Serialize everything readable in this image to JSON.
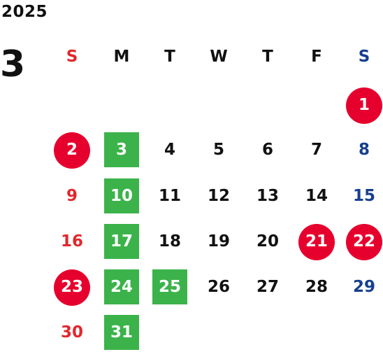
{
  "header": {
    "year": "2025",
    "month": "3"
  },
  "weekdays": [
    "S",
    "M",
    "T",
    "W",
    "T",
    "F",
    "S"
  ],
  "colors": {
    "weekday_default": "#111111",
    "sunday": "#e0282e",
    "saturday": "#173f8f",
    "holiday_circle": "#e6002d",
    "office_box": "#3bb34a",
    "text_on_mark": "#ffffff"
  },
  "days": [
    {
      "num": "1",
      "weekday": 6,
      "row": 0,
      "mark": "circle"
    },
    {
      "num": "2",
      "weekday": 0,
      "row": 1,
      "mark": "circle"
    },
    {
      "num": "3",
      "weekday": 1,
      "row": 1,
      "mark": "box"
    },
    {
      "num": "4",
      "weekday": 2,
      "row": 1,
      "mark": ""
    },
    {
      "num": "5",
      "weekday": 3,
      "row": 1,
      "mark": ""
    },
    {
      "num": "6",
      "weekday": 4,
      "row": 1,
      "mark": ""
    },
    {
      "num": "7",
      "weekday": 5,
      "row": 1,
      "mark": ""
    },
    {
      "num": "8",
      "weekday": 6,
      "row": 1,
      "mark": ""
    },
    {
      "num": "9",
      "weekday": 0,
      "row": 2,
      "mark": ""
    },
    {
      "num": "10",
      "weekday": 1,
      "row": 2,
      "mark": "box"
    },
    {
      "num": "11",
      "weekday": 2,
      "row": 2,
      "mark": ""
    },
    {
      "num": "12",
      "weekday": 3,
      "row": 2,
      "mark": ""
    },
    {
      "num": "13",
      "weekday": 4,
      "row": 2,
      "mark": ""
    },
    {
      "num": "14",
      "weekday": 5,
      "row": 2,
      "mark": ""
    },
    {
      "num": "15",
      "weekday": 6,
      "row": 2,
      "mark": ""
    },
    {
      "num": "16",
      "weekday": 0,
      "row": 3,
      "mark": ""
    },
    {
      "num": "17",
      "weekday": 1,
      "row": 3,
      "mark": "box"
    },
    {
      "num": "18",
      "weekday": 2,
      "row": 3,
      "mark": ""
    },
    {
      "num": "19",
      "weekday": 3,
      "row": 3,
      "mark": ""
    },
    {
      "num": "20",
      "weekday": 4,
      "row": 3,
      "mark": ""
    },
    {
      "num": "21",
      "weekday": 5,
      "row": 3,
      "mark": "circle"
    },
    {
      "num": "22",
      "weekday": 6,
      "row": 3,
      "mark": "circle"
    },
    {
      "num": "23",
      "weekday": 0,
      "row": 4,
      "mark": "circle"
    },
    {
      "num": "24",
      "weekday": 1,
      "row": 4,
      "mark": "box"
    },
    {
      "num": "25",
      "weekday": 2,
      "row": 4,
      "mark": "box"
    },
    {
      "num": "26",
      "weekday": 3,
      "row": 4,
      "mark": ""
    },
    {
      "num": "27",
      "weekday": 4,
      "row": 4,
      "mark": ""
    },
    {
      "num": "28",
      "weekday": 5,
      "row": 4,
      "mark": ""
    },
    {
      "num": "29",
      "weekday": 6,
      "row": 4,
      "mark": ""
    },
    {
      "num": "30",
      "weekday": 0,
      "row": 5,
      "mark": ""
    },
    {
      "num": "31",
      "weekday": 1,
      "row": 5,
      "mark": "box"
    }
  ]
}
